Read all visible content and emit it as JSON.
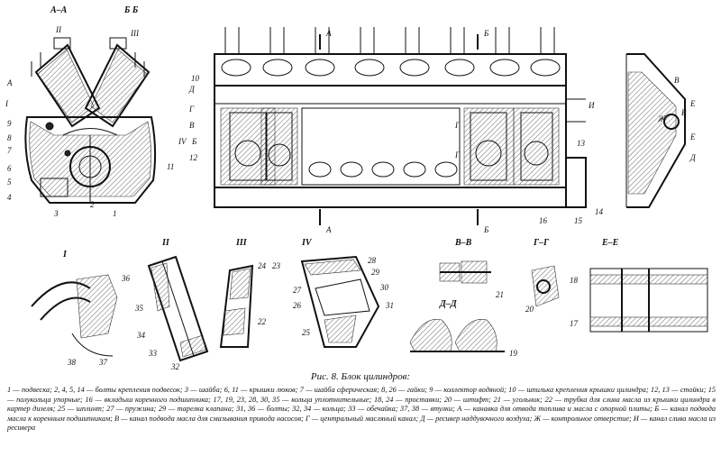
{
  "figure": {
    "caption": "Рис. 8. Блок цилиндров:",
    "legend": "1 — подвеска; 2, 4, 5, 14 — болты крепления подвесок; 3 — шайба; 6, 11 — крышки люков; 7 — шайба сферическая; 8, 26 — гайки; 9 — коллектор водяной; 10 — шпилька крепления крышки цилиндра; 12, 13 — стойки; 15 — полукольца упорные; 16 — вкладыш коренного подшипника; 17, 19, 23, 28, 30, 35 — кольца уплотнительные; 18, 24 — проставки; 20 — штифт; 21 — угольник; 22 — трубка для слива масла из крышки цилиндра в картер дизеля; 25 — шплинт; 27 — пружина; 29 — тарелка клапана; 31, 36 — болты; 32, 34 — кольца; 33 — обечайка; 37, 38 — втулки; А — канавка для отвода топлива и масла с опорной плиты; Б — канал подвода масла к коренным подшипникам; В — канал подвода масла для смазывания привода насосов; Г — центральный масляный канал; Д — ресивер наддувочного воздуха; Ж — контрольное отверстие; И — канал слива масла из ресивера"
  },
  "views": {
    "section_aa": "А–А",
    "section_bb_top": "Б Б",
    "detail_1": "I",
    "detail_2": "II",
    "detail_3": "III",
    "detail_4": "IV",
    "section_vv": "В–В",
    "section_gg": "Г–Г",
    "section_dd": "Д–Д",
    "section_ee": "Е–Е"
  },
  "labels": {
    "left": [
      "II",
      "III",
      "А",
      "I",
      "9",
      "8",
      "7",
      "6",
      "5",
      "4",
      "З",
      "2",
      "1",
      "11"
    ],
    "main": [
      "10",
      "Д",
      "Г",
      "В",
      "IV",
      "Б",
      "12",
      "А",
      "А",
      "Б",
      "Б",
      "Г",
      "Г",
      "И",
      "13",
      "16",
      "15",
      "14"
    ],
    "right": [
      "В",
      "Ж",
      "В",
      "Е",
      "Е",
      "Д"
    ],
    "details": [
      "36",
      "38",
      "37",
      "35",
      "34",
      "33",
      "32",
      "24",
      "23",
      "22",
      "28",
      "29",
      "27",
      "26",
      "30",
      "31",
      "25",
      "21",
      "20",
      "19",
      "18",
      "17"
    ]
  }
}
